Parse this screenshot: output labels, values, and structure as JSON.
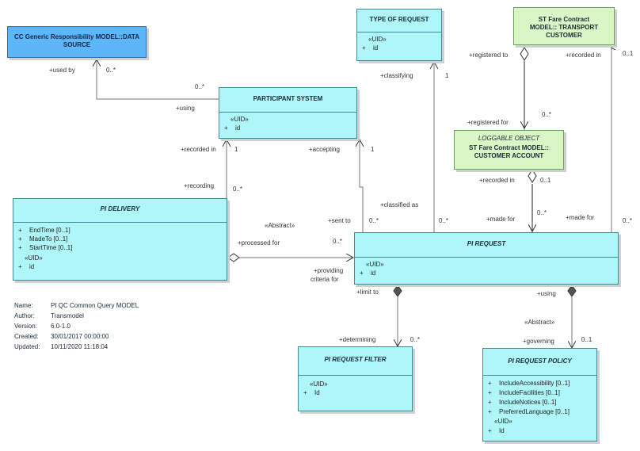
{
  "classes": {
    "data_source": {
      "title": "CC Generic Responsibility MODEL::DATA SOURCE"
    },
    "type_of_request": {
      "title": "TYPE OF REQUEST",
      "stereotype": "«UID»",
      "attr_vis": "+",
      "attr": "id"
    },
    "transport_customer": {
      "title": "ST Fare Contract MODEL:: TRANSPORT CUSTOMER"
    },
    "participant_system": {
      "title": "PARTICIPANT SYSTEM",
      "stereotype": "«UID»",
      "attr_vis": "+",
      "attr": "id"
    },
    "customer_account": {
      "stereotype": "LOGGABLE OBJECT",
      "title": "ST Fare Contract MODEL:: CUSTOMER ACCOUNT"
    },
    "pi_delivery": {
      "title": "PI DELIVERY",
      "attributes": [
        {
          "vis": "+",
          "name": "EndTime [0..1]"
        },
        {
          "vis": "+",
          "name": "MadeTo [0..1]"
        },
        {
          "vis": "+",
          "name": "StartTime [0..1]"
        }
      ],
      "stereotype": "«UID»",
      "uid_vis": "+",
      "uid": "id"
    },
    "pi_request": {
      "title": "PI REQUEST",
      "stereotype": "«UID»",
      "attr_vis": "+",
      "attr": "id"
    },
    "pi_request_filter": {
      "title": "PI REQUEST FILTER",
      "stereotype": "«UID»",
      "attr_vis": "+",
      "attr": "Id"
    },
    "pi_request_policy": {
      "title": "PI REQUEST POLICY",
      "attributes": [
        {
          "vis": "+",
          "name": "IncludeAccessibility [0..1]"
        },
        {
          "vis": "+",
          "name": "IncludeFacilities [0..1]"
        },
        {
          "vis": "+",
          "name": "IncludeNotices [0..1]"
        },
        {
          "vis": "+",
          "name": "PreferredLanguage [0..1]"
        }
      ],
      "stereotype": "«UID»",
      "uid_vis": "+",
      "uid": "Id"
    }
  },
  "labels": {
    "used_by": "+used by",
    "m_0s_a": "0..*",
    "m_0s_b": "0..*",
    "using": "+using",
    "classifying": "+classifying",
    "m_1_a": "1",
    "registered_to": "+registered to",
    "recorded_in_a": "+recorded in",
    "m_01_a": "0..1",
    "registered_for": "+registered for",
    "m_0s_c": "0..*",
    "recorded_in_b": "+recorded in",
    "m_1_b": "1",
    "accepting": "+accepting",
    "m_1_c": "1",
    "recording": "+recording",
    "m_0s_d": "0..*",
    "recorded_in_c": "+recorded in",
    "m_01_b": "0..1",
    "classified_as": "+classified as",
    "sent_to": "+sent to",
    "m_0s_e": "0..*",
    "m_0s_f": "0..*",
    "made_for_a": "+made for",
    "m_0s_g": "0..*",
    "made_for_b": "+made for",
    "m_0s_h": "0..*",
    "abstract_a": "«Abstract»",
    "processed_for": "+processed for",
    "m_0s_i": "0..*",
    "providing": "+providing",
    "criteria_for": "criteria for",
    "limit_to": "+limit to",
    "using_b": "+using",
    "abstract_b": "«Abstract»",
    "determining": "+determining",
    "m_0s_j": "0..*",
    "governing": "+governing",
    "m_01_c": "0..1"
  },
  "meta": [
    {
      "key": "Name:",
      "value": "PI QC Common Query MODEL"
    },
    {
      "key": "Author:",
      "value": "Transmodel"
    },
    {
      "key": "Version:",
      "value": "6.0-1.0"
    },
    {
      "key": "Created:",
      "value": "30/01/2017 00:00:00"
    },
    {
      "key": "Updated:",
      "value": "10/11/2020 11:18:04"
    }
  ]
}
